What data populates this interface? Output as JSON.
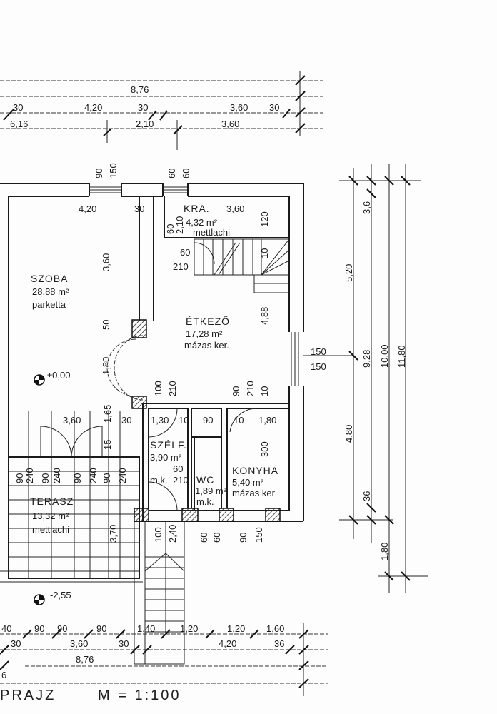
{
  "drawing": {
    "title": "PRAJZ",
    "scale": "M = 1:100"
  },
  "rooms": [
    {
      "name": "SZOBA",
      "area": "28,88 m²",
      "finish": "parketta"
    },
    {
      "name": "ÉTKEZŐ",
      "area": "17,28 m²",
      "finish": "mázas ker."
    },
    {
      "name": "KRA.",
      "area": "4,32 m²",
      "finish": "mettlachi"
    },
    {
      "name": "SZÉLF.",
      "area": "3,90 m²",
      "finish": "m.k."
    },
    {
      "name": "WC",
      "area": "1,89 m²",
      "finish": "m.k."
    },
    {
      "name": "KONYHA",
      "area": "5,40 m²",
      "finish": "mázas ker"
    },
    {
      "name": "TERASZ",
      "area": "13,32 m²",
      "finish": "mettlachi"
    }
  ],
  "levels": [
    "±0,00",
    "-2,55"
  ],
  "dimensions": [
    "8,76",
    "30",
    "4,20",
    "30",
    "3,60",
    "30",
    "6,16",
    "2,10",
    "3,60",
    "90",
    "150",
    "60",
    "60",
    "4,20",
    "30",
    "3,60",
    "60",
    "2,10",
    "120",
    "60",
    "210",
    "10",
    "4,88",
    "3,60",
    "50",
    "1,80",
    "150",
    "150",
    "100",
    "210",
    "90",
    "210",
    "10",
    "3,60",
    "1,65",
    "30",
    "15",
    "1,30",
    "10",
    "90",
    "10",
    "1,80",
    "300",
    "60",
    "210",
    "90",
    "240",
    "90",
    "240",
    "90",
    "240",
    "90",
    "240",
    "3,70",
    "100",
    "2,40",
    "60",
    "60",
    "90",
    "150",
    "3,6",
    "5,20",
    "9,28",
    "10,00",
    "11,80",
    "4,80",
    "36",
    "1,80",
    "40",
    "90",
    "90",
    "90",
    "1,40",
    "1,20",
    "1,20",
    "1,60",
    "30",
    "3,60",
    "30",
    "4,20",
    "36",
    "8,76",
    "6"
  ]
}
